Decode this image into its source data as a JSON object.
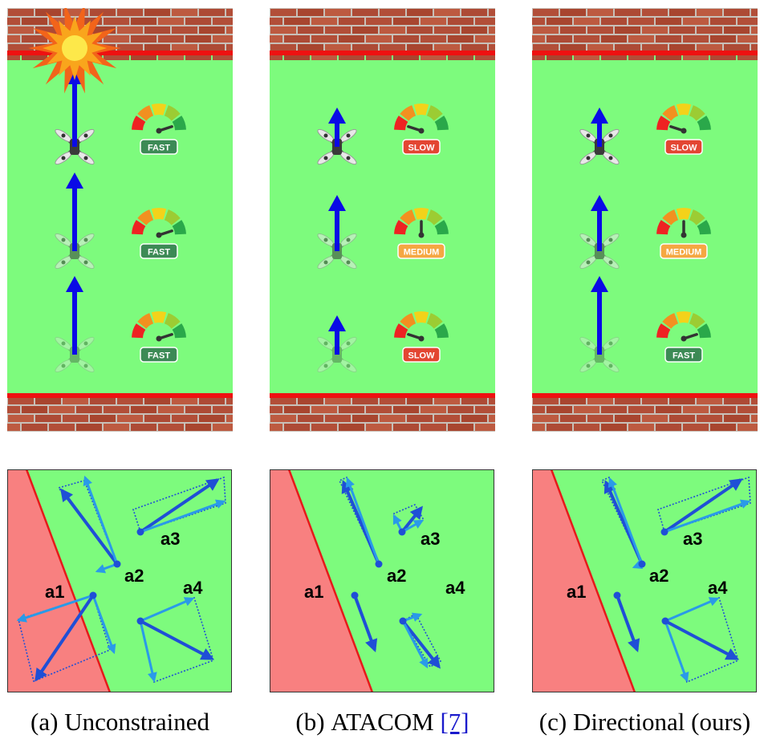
{
  "colors": {
    "field": "#7dfb7d",
    "wall_line": "#ee1111",
    "brick": "#b5503a",
    "arrow": "#0a0ae6",
    "unsafe_region": "#f88080",
    "boundary": "#e61a1a",
    "vec_dark": "#1f4fd6",
    "vec_light": "#2a9ae8",
    "fast": "#3c8a55",
    "medium": "#f5a742",
    "slow": "#e34532"
  },
  "panels": [
    {
      "caption_prefix": "(a)",
      "caption_text": "Unconstrained",
      "caption_ref": "",
      "drones": [
        {
          "speed": "FAST",
          "speed_class": "fast",
          "arrow_length": 1.0,
          "needle_level": 0.9
        },
        {
          "speed": "FAST",
          "speed_class": "fast",
          "arrow_length": 1.0,
          "needle_level": 0.9
        },
        {
          "speed": "FAST",
          "speed_class": "fast",
          "arrow_length": 1.0,
          "needle_level": 0.9
        }
      ],
      "collision": true,
      "agents": [
        "a1",
        "a2",
        "a3",
        "a4"
      ]
    },
    {
      "caption_prefix": "(b)",
      "caption_text": "ATACOM ",
      "caption_ref": "[7]",
      "drones": [
        {
          "speed": "SLOW",
          "speed_class": "slow",
          "arrow_length": 0.3,
          "needle_level": 0.1
        },
        {
          "speed": "MEDIUM",
          "speed_class": "medium",
          "arrow_length": 0.6,
          "needle_level": 0.5
        },
        {
          "speed": "SLOW",
          "speed_class": "slow",
          "arrow_length": 0.3,
          "needle_level": 0.1
        }
      ],
      "collision": false,
      "agents": [
        "a1",
        "a2",
        "a3",
        "a4"
      ]
    },
    {
      "caption_prefix": "(c)",
      "caption_text": "Directional (ours)",
      "caption_ref": "",
      "drones": [
        {
          "speed": "SLOW",
          "speed_class": "slow",
          "arrow_length": 0.3,
          "needle_level": 0.1
        },
        {
          "speed": "MEDIUM",
          "speed_class": "medium",
          "arrow_length": 0.6,
          "needle_level": 0.5
        },
        {
          "speed": "FAST",
          "speed_class": "fast",
          "arrow_length": 1.0,
          "needle_level": 0.9
        }
      ],
      "collision": false,
      "agents": [
        "a1",
        "a2",
        "a3",
        "a4"
      ]
    }
  ]
}
